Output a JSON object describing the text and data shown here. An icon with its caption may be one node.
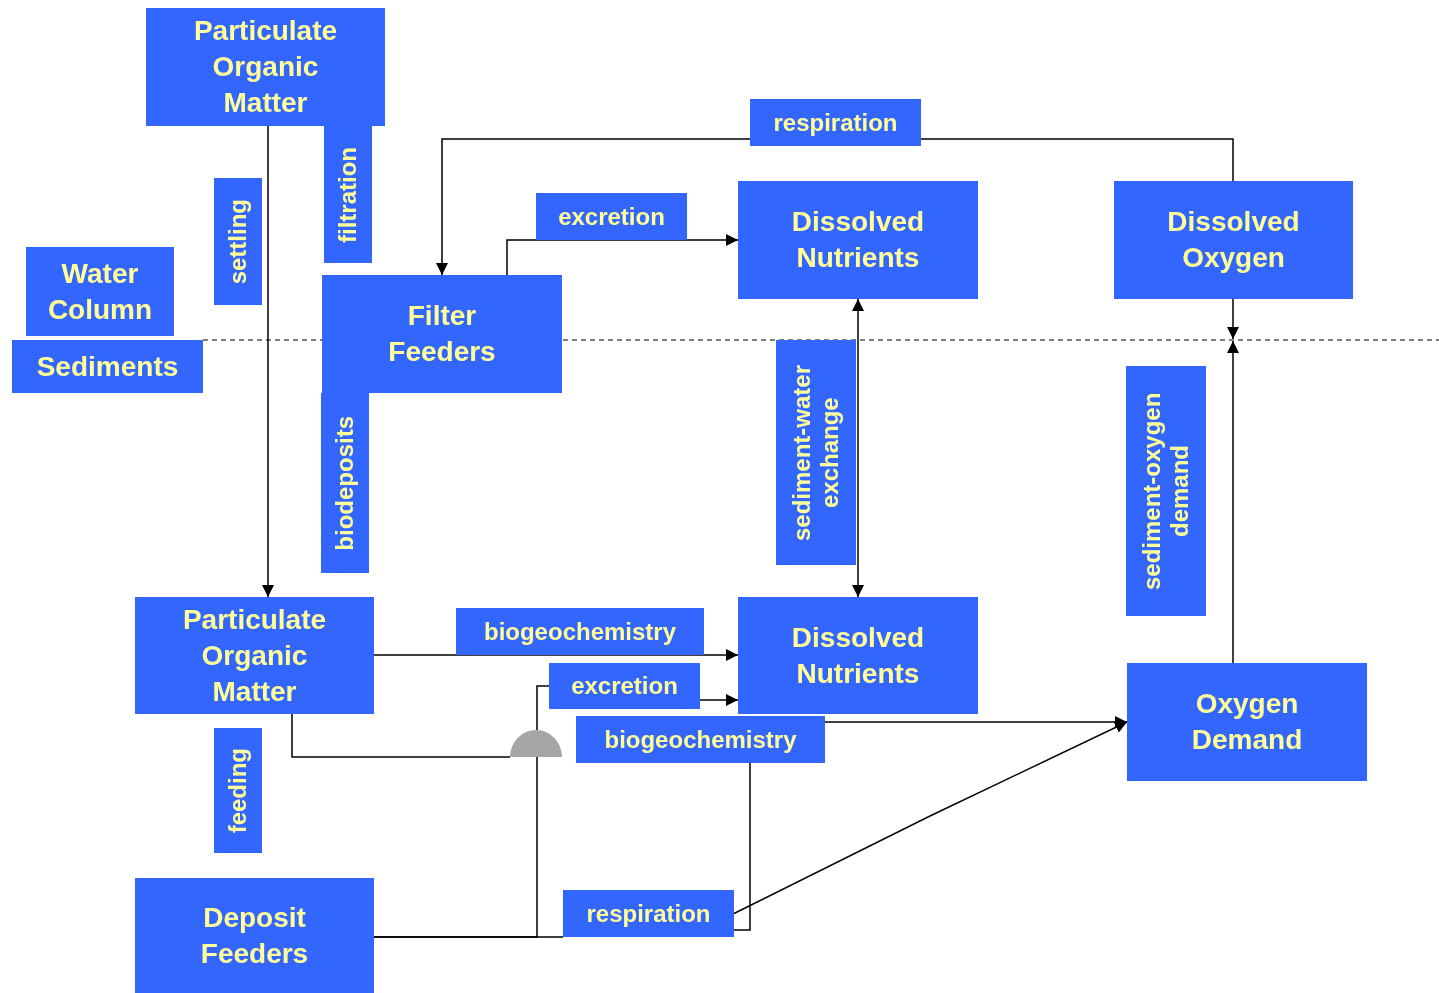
{
  "diagram": {
    "nodes": [
      {
        "text": [
          "Particulate Organic Matter"
        ]
      },
      {
        "text": [
          "Water Column"
        ]
      },
      {
        "text": [
          "Sediments"
        ]
      },
      {
        "text": [
          "settling"
        ]
      },
      {
        "text": [
          "filtration"
        ]
      },
      {
        "text": [
          "respiration"
        ]
      },
      {
        "text": [
          "excretion"
        ]
      },
      {
        "text": [
          "Dissolved Nutrients"
        ]
      },
      {
        "text": [
          "Dissolved Oxygen"
        ]
      },
      {
        "text": [
          "Filter Feeders"
        ]
      },
      {
        "text": [
          "biodeposits"
        ]
      },
      {
        "text": [
          "sediment-water exchange"
        ]
      },
      {
        "text": [
          "sediment-oxygen demand"
        ]
      },
      {
        "text": [
          "Particulate Organic Matter"
        ]
      },
      {
        "text": [
          "biogeochemistry"
        ]
      },
      {
        "text": [
          "Dissolved Nutrients"
        ]
      },
      {
        "text": [
          "excretion"
        ]
      },
      {
        "text": [
          "biogeochemistry"
        ]
      },
      {
        "text": [
          "Oxygen Demand"
        ]
      },
      {
        "text": [
          "feeding"
        ]
      },
      {
        "text": [
          "Deposit Feeders"
        ]
      },
      {
        "text": [
          "respiration"
        ]
      },
      {
        "text": [],
        "shape": "semicircle"
      }
    ],
    "edges": [
      {
        "from": 0,
        "to": 13,
        "arrow": "to"
      },
      {
        "from": 8,
        "to": 5,
        "arrow": "none"
      },
      {
        "from": 5,
        "to": 9,
        "arrow": "to"
      },
      {
        "from": 9,
        "to": 7,
        "arrow": "to"
      },
      {
        "from": 7,
        "to": 15,
        "arrow": "both"
      },
      {
        "from": 8,
        "to": null,
        "arrow": "to"
      },
      {
        "from": 18,
        "to": null,
        "arrow": "to"
      },
      {
        "from": 13,
        "to": 15,
        "arrow": "to"
      },
      {
        "from": 13,
        "to": 22,
        "arrow": "none"
      },
      {
        "from": 20,
        "to": 22,
        "arrow": "none"
      },
      {
        "from": 22,
        "to": 16,
        "arrow": "none"
      },
      {
        "from": 16,
        "to": 15,
        "arrow": "to"
      },
      {
        "from": 20,
        "to": 21,
        "arrow": "none"
      },
      {
        "from": 21,
        "to": 17,
        "arrow": "none"
      },
      {
        "from": 17,
        "to": 18,
        "arrow": "to"
      },
      {
        "from": 21,
        "to": 18,
        "arrow": "to"
      }
    ]
  }
}
